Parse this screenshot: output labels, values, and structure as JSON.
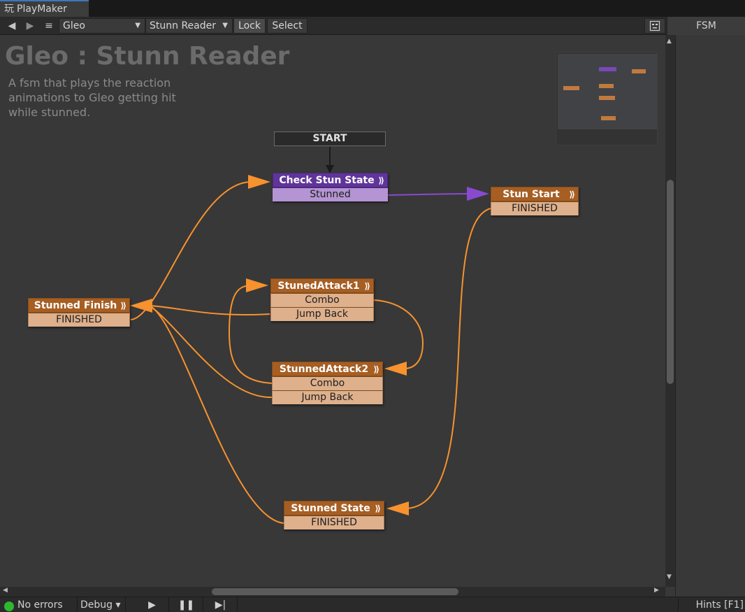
{
  "window": {
    "tab_title": "PlayMaker",
    "tab_icon": "playmaker-icon",
    "right_tab": "FSM"
  },
  "toolbar": {
    "back_icon": "◀",
    "forward_icon": "▶",
    "menu_icon": "≡",
    "gameobject": "Gleo",
    "fsm": "Stunn Reader",
    "lock_label": "Lock",
    "select_label": "Select",
    "caret": "▼",
    "view_icon": "minimap-toggle-icon"
  },
  "canvas": {
    "title": "Gleo : Stunn Reader",
    "description": "A fsm that plays the reaction animations to Gleo getting hit while stunned.",
    "start_label": "START"
  },
  "nodes": {
    "check_stun_state": {
      "name": "Check Stun State",
      "events": [
        "Stunned"
      ],
      "color": "#60359a"
    },
    "stun_start": {
      "name": "Stun Start",
      "events": [
        "FINISHED"
      ],
      "color": "#a65e23"
    },
    "stunned_finish": {
      "name": "Stunned Finish",
      "events": [
        "FINISHED"
      ],
      "color": "#a65e23"
    },
    "stunedattack1": {
      "name": "StunedAttack1",
      "events": [
        "Combo",
        "Jump Back"
      ],
      "color": "#a65e23"
    },
    "stunnedattack2": {
      "name": "StunnedAttack2",
      "events": [
        "Combo",
        "Jump Back"
      ],
      "color": "#a65e23"
    },
    "stunned_state": {
      "name": "Stunned State",
      "events": [
        "FINISHED"
      ],
      "color": "#a65e23"
    }
  },
  "node_wave_icon": "⟫",
  "colors": {
    "link_orange": "#f7922e",
    "link_purple": "#8a4ad0",
    "link_start": "#1a1a1a"
  },
  "statusbar": {
    "status": "No errors",
    "mode": "Debug",
    "mode_caret": "▾",
    "play_icon": "▶",
    "pause_icon": "❚❚",
    "step_icon": "▶|",
    "hints": "Hints [F1]"
  }
}
